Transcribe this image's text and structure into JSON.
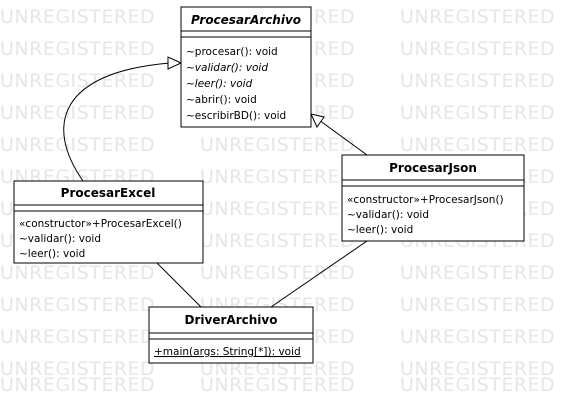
{
  "watermark": {
    "text": "UNREGISTERED"
  },
  "classes": [
    {
      "id": "procesar-archivo",
      "name": "ProcesarArchivo",
      "abstract": true,
      "members": [
        {
          "text": "~procesar(): void",
          "abstract": false,
          "static": false
        },
        {
          "text": "~validar(): void",
          "abstract": true,
          "static": false
        },
        {
          "text": "~leer(): void",
          "abstract": true,
          "static": false
        },
        {
          "text": "~abrir(): void",
          "abstract": false,
          "static": false
        },
        {
          "text": "~escribirBD(): void",
          "abstract": false,
          "static": false
        }
      ]
    },
    {
      "id": "procesar-json",
      "name": "ProcesarJson",
      "abstract": false,
      "members": [
        {
          "text": "«constructor»+ProcesarJson()",
          "abstract": false,
          "static": false
        },
        {
          "text": "~validar(): void",
          "abstract": false,
          "static": false
        },
        {
          "text": "~leer(): void",
          "abstract": false,
          "static": false
        }
      ]
    },
    {
      "id": "procesar-excel",
      "name": "ProcesarExcel",
      "abstract": false,
      "members": [
        {
          "text": "«constructor»+ProcesarExcel()",
          "abstract": false,
          "static": false
        },
        {
          "text": "~validar(): void",
          "abstract": false,
          "static": false
        },
        {
          "text": "~leer(): void",
          "abstract": false,
          "static": false
        }
      ]
    },
    {
      "id": "driver-archivo",
      "name": "DriverArchivo",
      "abstract": false,
      "members": [
        {
          "text": "+main(args: String[*]): void",
          "abstract": false,
          "static": true
        }
      ]
    }
  ],
  "relations": [
    {
      "id": "excel-extends-archivo",
      "type": "generalization",
      "from": "procesar-excel",
      "to": "procesar-archivo"
    },
    {
      "id": "json-extends-archivo",
      "type": "generalization",
      "from": "procesar-json",
      "to": "procesar-archivo"
    },
    {
      "id": "excel-driver-association",
      "type": "association",
      "from": "procesar-excel",
      "to": "driver-archivo"
    },
    {
      "id": "json-driver-association",
      "type": "association",
      "from": "procesar-json",
      "to": "driver-archivo"
    }
  ]
}
